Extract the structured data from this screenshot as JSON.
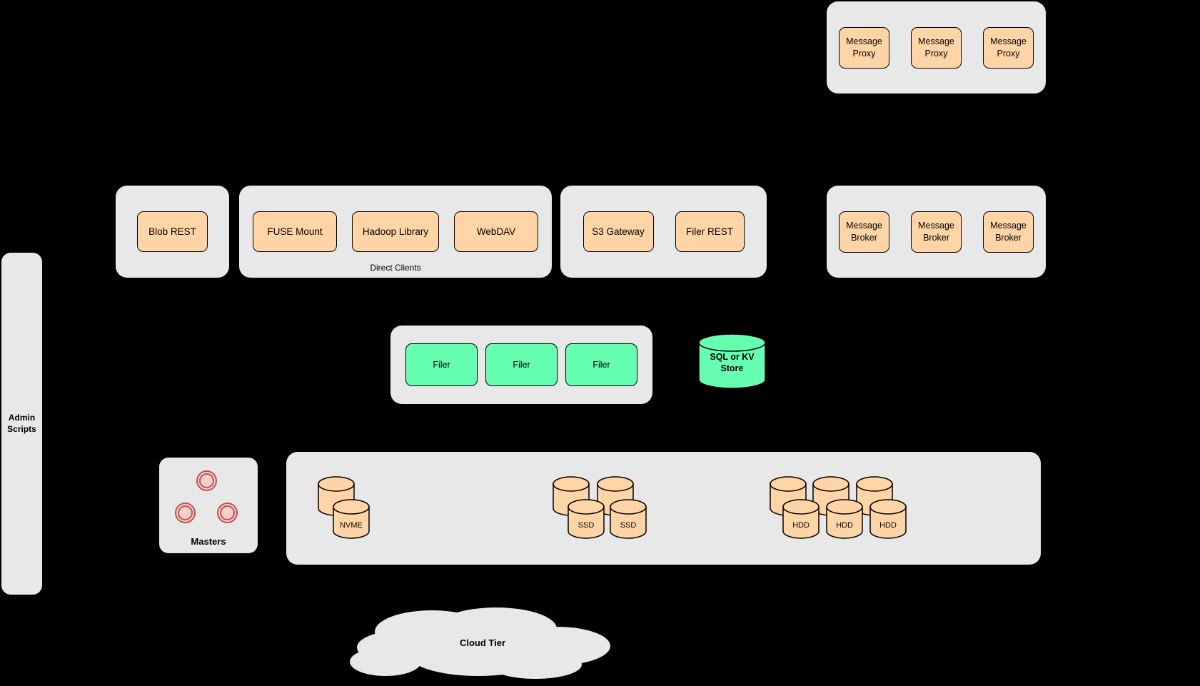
{
  "colors": {
    "background": "#000000",
    "panel": "#e8e8e8",
    "node_orange": "#ffd4a6",
    "node_green": "#66ffb2",
    "master_fill": "#f8cecc",
    "master_stroke": "#b85450"
  },
  "admin": {
    "label": "Admin Scripts"
  },
  "message_proxy": {
    "items": [
      "Message Proxy",
      "Message Proxy",
      "Message Proxy"
    ]
  },
  "blob": {
    "label": "Blob REST"
  },
  "direct_clients": {
    "label": "Direct Clients",
    "items": [
      "FUSE Mount",
      "Hadoop Library",
      "WebDAV"
    ]
  },
  "gateways": {
    "items": [
      "S3 Gateway",
      "Filer REST"
    ]
  },
  "message_broker": {
    "items": [
      "Message Broker",
      "Message Broker",
      "Message Broker"
    ]
  },
  "filers": {
    "items": [
      "Filer",
      "Filer",
      "Filer"
    ]
  },
  "store": {
    "label": "SQL or KV Store"
  },
  "masters": {
    "label": "Masters"
  },
  "volumes": {
    "nvme": "NVME",
    "ssd": [
      "SSD",
      "SSD"
    ],
    "hdd": [
      "HDD",
      "HDD",
      "HDD"
    ]
  },
  "cloud": {
    "label": "Cloud Tier"
  }
}
